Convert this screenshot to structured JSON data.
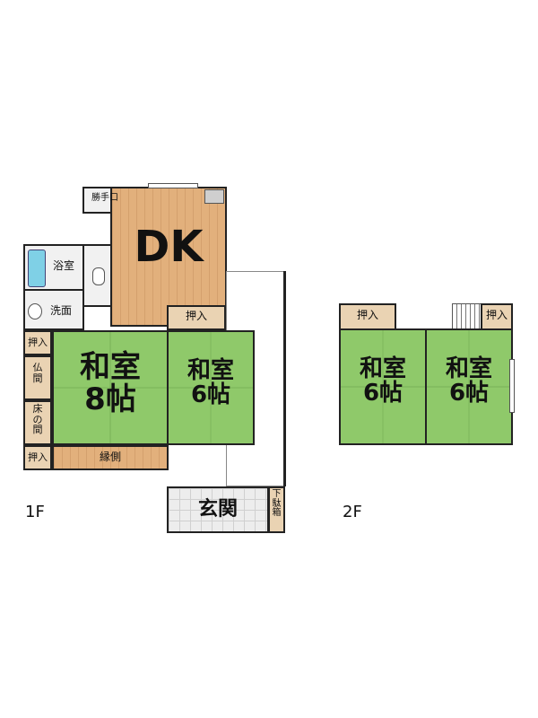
{
  "floor1": {
    "label": "1F",
    "rooms": {
      "dk": "DK",
      "katteguchi": "勝手口",
      "yokushitsu": "浴室",
      "senmen": "洗面",
      "washitsu8": "和室\n8帖",
      "washitsu6": "和室\n6帖",
      "oshiire_top": "押入",
      "oshiire_left_top": "押入",
      "butsuma": "仏\n間",
      "tokonoma": "床\nの\n間",
      "oshiire_left_bottom": "押入",
      "engawa": "縁側",
      "genkan": "玄関",
      "getabako": "下\n駄\n箱"
    }
  },
  "floor2": {
    "label": "2F",
    "rooms": {
      "oshiire_left": "押入",
      "oshiire_right": "押入",
      "washitsu6_left": "和室\n6帖",
      "washitsu6_right": "和室\n6帖"
    }
  }
}
